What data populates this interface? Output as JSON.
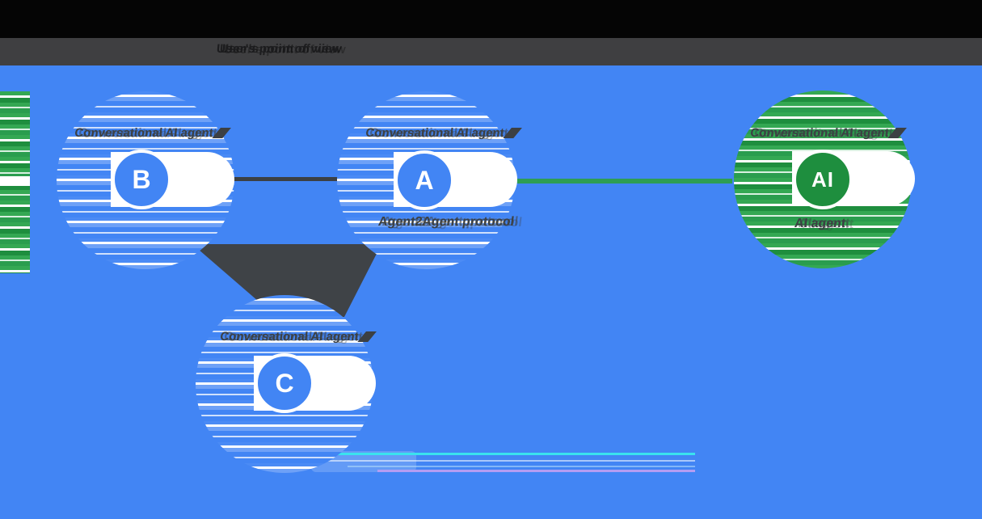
{
  "header": {
    "title": "User's point of view"
  },
  "diagram": {
    "nodes": {
      "b": {
        "letter": "B",
        "label": "Conversational AI agent"
      },
      "a": {
        "letter": "A",
        "label": "Conversational AI agent"
      },
      "c": {
        "letter": "C",
        "label": "Conversational AI agent"
      },
      "ai": {
        "letter": "AI",
        "label": "Conversational AI agent",
        "sublabel": "AI agent"
      }
    },
    "edge_label": "Agent2Agent protocol",
    "colors": {
      "background": "#4285f4",
      "agent_blue": "#4285f4",
      "ai_green": "#1e8e3e",
      "edge_dark": "#3c4043",
      "edge_green": "#2e9e53",
      "header_top": "#050505",
      "header_bar": "#3f3f41",
      "artifact_cyan": "#3ae2ee",
      "artifact_lavender": "#b49df2"
    }
  }
}
